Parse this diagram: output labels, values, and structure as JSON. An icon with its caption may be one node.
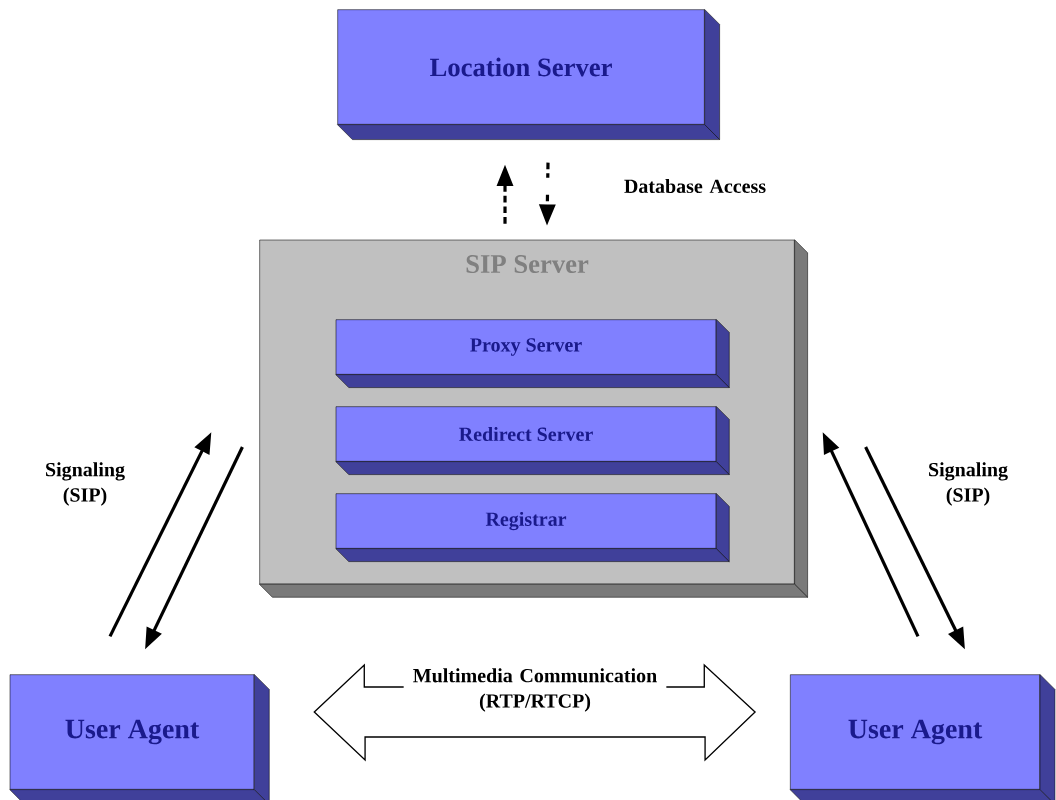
{
  "diagram": {
    "nodes": [
      {
        "text": [
          "Location Server"
        ]
      },
      {
        "text": [
          "SIP Server"
        ]
      },
      {
        "text": [
          "Proxy Server"
        ],
        "in": 1
      },
      {
        "text": [
          "Redirect Server"
        ],
        "in": 1
      },
      {
        "text": [
          "Registrar"
        ],
        "in": 1
      },
      {
        "text": [
          "User Agent"
        ]
      },
      {
        "text": [
          "User Agent"
        ]
      }
    ],
    "edges": [
      {
        "from": 1,
        "to": 0,
        "arrow": "to",
        "style": "dashed"
      },
      {
        "from": 0,
        "to": 1,
        "arrow": "to",
        "style": "dashed",
        "label": "Database Access"
      },
      {
        "from": 5,
        "to": 1,
        "arrow": "to",
        "label": "Signaling (SIP)"
      },
      {
        "from": 1,
        "to": 5,
        "arrow": "to"
      },
      {
        "from": 6,
        "to": 1,
        "arrow": "to"
      },
      {
        "from": 1,
        "to": 6,
        "arrow": "to",
        "label": "Signaling (SIP)"
      },
      {
        "from": 5,
        "to": 6,
        "arrow": "both",
        "style": "thick",
        "label": "Multimedia Communication (RTP/RTCP)"
      }
    ]
  }
}
